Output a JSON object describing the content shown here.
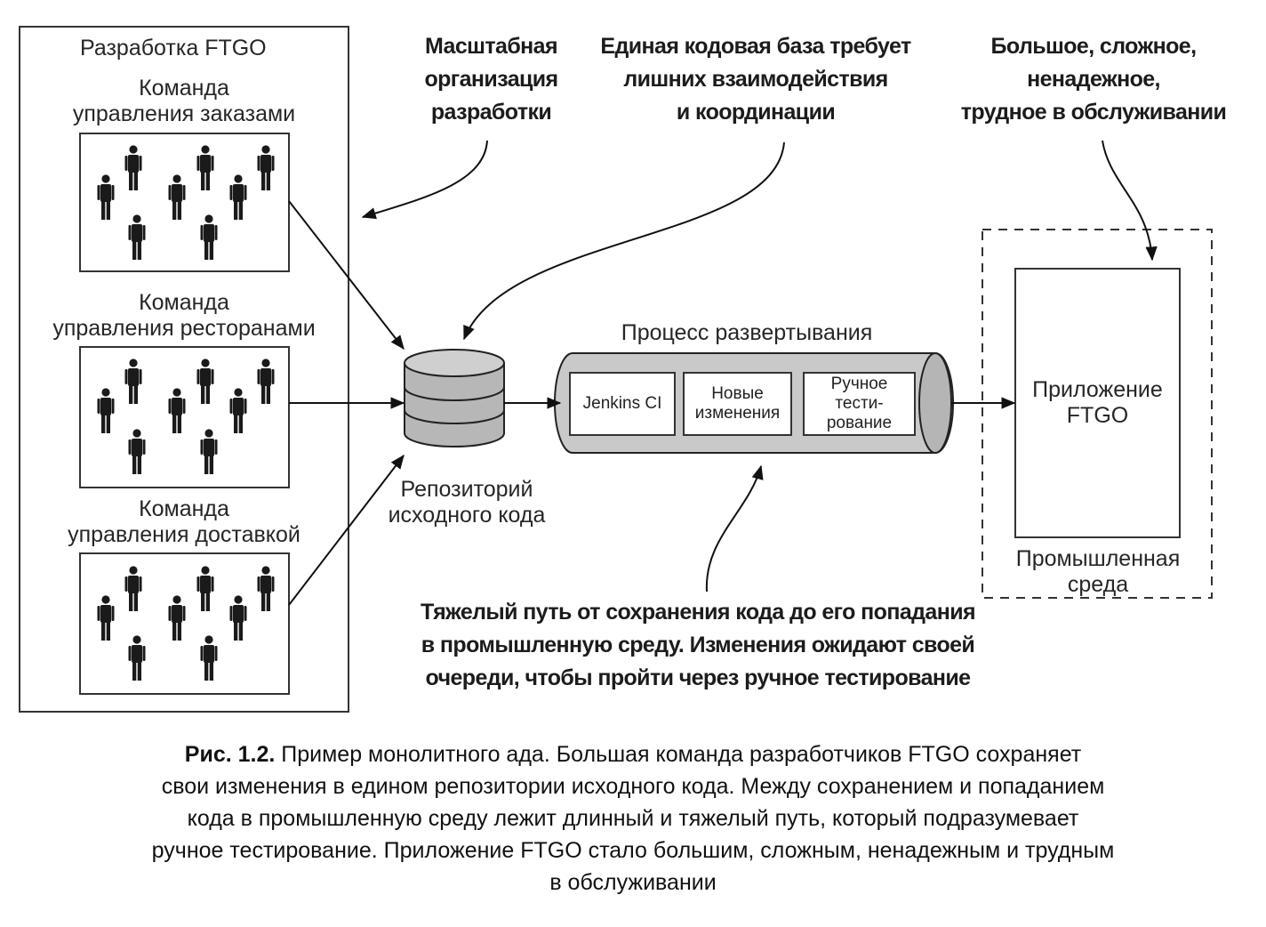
{
  "dev_area": {
    "title": "Разработка FTGO",
    "teams": [
      {
        "label_line1": "Команда",
        "label_line2": "управления заказами"
      },
      {
        "label_line1": "Команда",
        "label_line2": "управления ресторанами"
      },
      {
        "label_line1": "Команда",
        "label_line2": "управления доставкой"
      }
    ]
  },
  "repo": {
    "line1": "Репозиторий",
    "line2": "исходного кода"
  },
  "pipeline": {
    "title": "Процесс развертывания",
    "stages": [
      {
        "line1": "Jenkins CI",
        "line2": "",
        "line3": ""
      },
      {
        "line1": "Новые",
        "line2": "изменения",
        "line3": ""
      },
      {
        "line1": "Ручное",
        "line2": "тести-",
        "line3": "рование"
      }
    ]
  },
  "production": {
    "app_line1": "Приложение",
    "app_line2": "FTGO",
    "env_line1": "Промышленная",
    "env_line2": "среда"
  },
  "notes": {
    "scale": {
      "line1": "Масштабная",
      "line2": "организация",
      "line3": "разработки"
    },
    "codebase": {
      "line1": "Единая кодовая база требует",
      "line2": "лишних взаимодействия",
      "line3": "и координации"
    },
    "app": {
      "line1": "Большое, сложное,",
      "line2": "ненадежное,",
      "line3": "трудное в обслуживании"
    },
    "path": {
      "line1": "Тяжелый путь от сохранения кода до его попадания",
      "line2": "в промышленную среду. Изменения ожидают своей",
      "line3": "очереди, чтобы пройти через ручное тестирование"
    }
  },
  "caption": {
    "prefix": "Рис. 1.2.",
    "line1": " Пример монолитного ада. Большая команда разработчиков FTGO сохраняет",
    "line2": "свои изменения в едином репозитории исходного кода. Между сохранением и попаданием",
    "line3": "кода в промышленную среду лежит длинный и тяжелый путь, который подразумевает",
    "line4": "ручное тестирование. Приложение FTGO стало большим, сложным, ненадежным и трудным",
    "line5": "в обслуживании"
  },
  "icons": {
    "person": "person-icon",
    "database": "database-icon",
    "pipe": "pipeline-cylinder-icon"
  }
}
